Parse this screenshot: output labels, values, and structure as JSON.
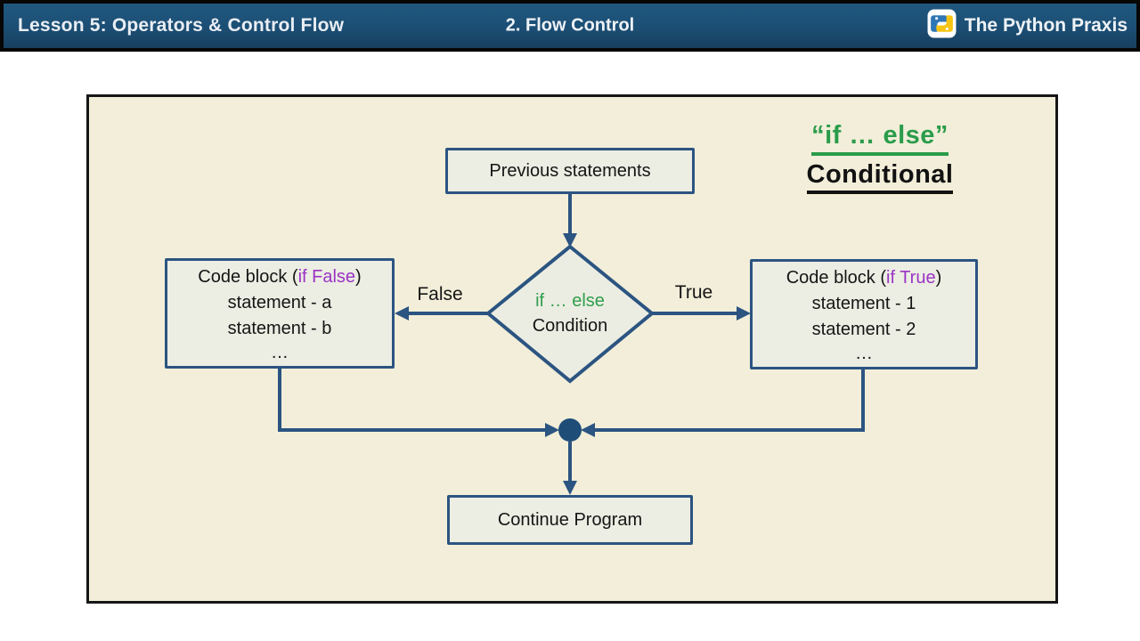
{
  "header": {
    "lesson_title": "Lesson 5: Operators & Control Flow",
    "section_title": "2. Flow Control",
    "brand": "The Python Praxis"
  },
  "diagram": {
    "heading_line1": "“if … else”",
    "heading_line2": "Conditional",
    "previous_box": "Previous statements",
    "diamond": {
      "line1": "if … else",
      "line2": "Condition"
    },
    "false_label": "False",
    "true_label": "True",
    "left_box": {
      "title_prefix": "Code block (",
      "title_keyword": "if False",
      "title_suffix": ")",
      "lines": [
        "statement - a",
        "statement - b",
        "…"
      ]
    },
    "right_box": {
      "title_prefix": "Code block (",
      "title_keyword": "if True",
      "title_suffix": ")",
      "lines": [
        "statement - 1",
        "statement - 2",
        "…"
      ]
    },
    "continue_box": "Continue Program"
  },
  "colors": {
    "header_bg": "#1c4e74",
    "panel_bg": "#f2eed9",
    "box_bg": "#ecede3",
    "connector": "#2b5481",
    "merge_node": "#1e4d78",
    "green": "#2f9e4d",
    "purple": "#9b34c4",
    "logo_blue": "#2f76b5",
    "logo_yellow": "#f6c514"
  }
}
